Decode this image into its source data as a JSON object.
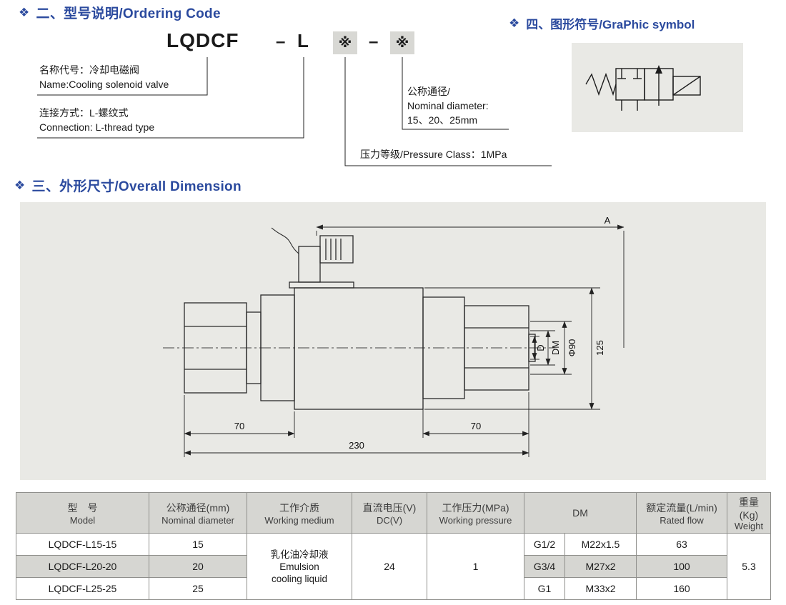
{
  "sections": {
    "ordering": {
      "marker": "❖",
      "title": "二、型号说明/Ordering Code"
    },
    "dimension": {
      "marker": "❖",
      "title": "三、外形尺寸/Overall Dimension"
    },
    "symbol": {
      "marker": "❖",
      "title": "四、图形符号/GraPhic symbol"
    }
  },
  "ordering_code": {
    "model": "LQDCF",
    "dash1": "–",
    "connection": "L",
    "star1": "※",
    "dash2": "–",
    "star2": "※",
    "callouts": {
      "name_cn": "名称代号：冷却电磁阀",
      "name_en": "Name:Cooling solenoid valve",
      "connection_cn": "连接方式：L-螺纹式",
      "connection_en": "Connection: L-thread type",
      "diameter_cn": "公称通径/",
      "diameter_en": "Nominal diameter:",
      "diameter_values": "15、20、25mm",
      "pressure": "压力等级/Pressure Class：1MPa"
    }
  },
  "drawing": {
    "dim_a": "A",
    "dim_125": "125",
    "dim_phi90": "Φ90",
    "dim_dm": "DM",
    "dim_d": "D",
    "dim_70_left": "70",
    "dim_70_right": "70",
    "dim_230": "230"
  },
  "table": {
    "headers": {
      "model": [
        "型　号",
        "Model"
      ],
      "diameter": [
        "公称通径(mm)",
        "Nominal diameter"
      ],
      "medium": [
        "工作介质",
        "Working medium"
      ],
      "voltage": [
        "直流电压(V)",
        "DC(V)"
      ],
      "pressure": [
        "工作压力(MPa)",
        "Working pressure"
      ],
      "dm": "DM",
      "flow": [
        "额定流量(L/min)",
        "Rated flow"
      ],
      "weight": [
        "重量(Kg)",
        "Weight"
      ]
    },
    "rows": [
      {
        "model": "LQDCF-L15-15",
        "diameter": "15",
        "dm_g": "G1/2",
        "dm_m": "M22x1.5",
        "flow": "63"
      },
      {
        "model": "LQDCF-L20-20",
        "diameter": "20",
        "dm_g": "G3/4",
        "dm_m": "M27x2",
        "flow": "100"
      },
      {
        "model": "LQDCF-L25-25",
        "diameter": "25",
        "dm_g": "G1",
        "dm_m": "M33x2",
        "flow": "160"
      }
    ],
    "shared": {
      "medium": [
        "乳化油冷却液",
        "Emulsion",
        "cooling liquid"
      ],
      "voltage": "24",
      "pressure": "1",
      "weight": "5.3"
    }
  },
  "colors": {
    "heading_blue": "#2b4a9e",
    "panel_gray": "#e9e9e5",
    "table_shade_gray": "#d6d6d2"
  }
}
